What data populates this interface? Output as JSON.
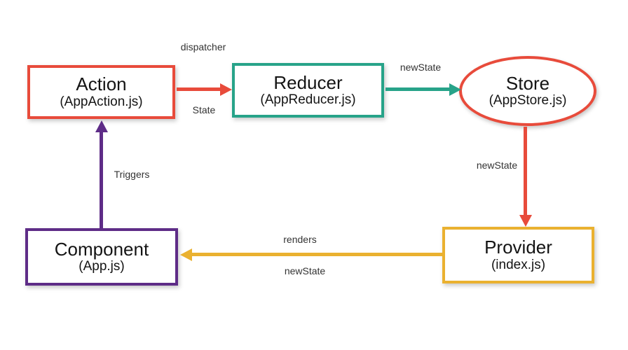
{
  "nodes": {
    "action": {
      "title": "Action",
      "subtitle": "(AppAction.js)",
      "border_color": "#e84b3b",
      "shape": "rect"
    },
    "reducer": {
      "title": "Reducer",
      "subtitle": "(AppReducer.js)",
      "border_color": "#27a389",
      "shape": "rect"
    },
    "store": {
      "title": "Store",
      "subtitle": "(AppStore.js)",
      "border_color": "#e84b3b",
      "shape": "ellipse"
    },
    "provider": {
      "title": "Provider",
      "subtitle": "(index.js)",
      "border_color": "#eab130",
      "shape": "rect"
    },
    "component": {
      "title": "Component",
      "subtitle": "(App.js)",
      "border_color": "#5e2c87",
      "shape": "rect"
    }
  },
  "edges": {
    "action_to_reducer": {
      "color": "#e84b3b",
      "label_above": "dispatcher",
      "label_below": "State"
    },
    "reducer_to_store": {
      "color": "#27a389",
      "label_above": "newState"
    },
    "store_to_provider": {
      "color": "#e84b3b",
      "label_left": "newState"
    },
    "provider_to_component": {
      "color": "#eab130",
      "label_above": "renders",
      "label_below": "newState"
    },
    "component_to_action": {
      "color": "#5e2c87",
      "label_right": "Triggers"
    }
  }
}
